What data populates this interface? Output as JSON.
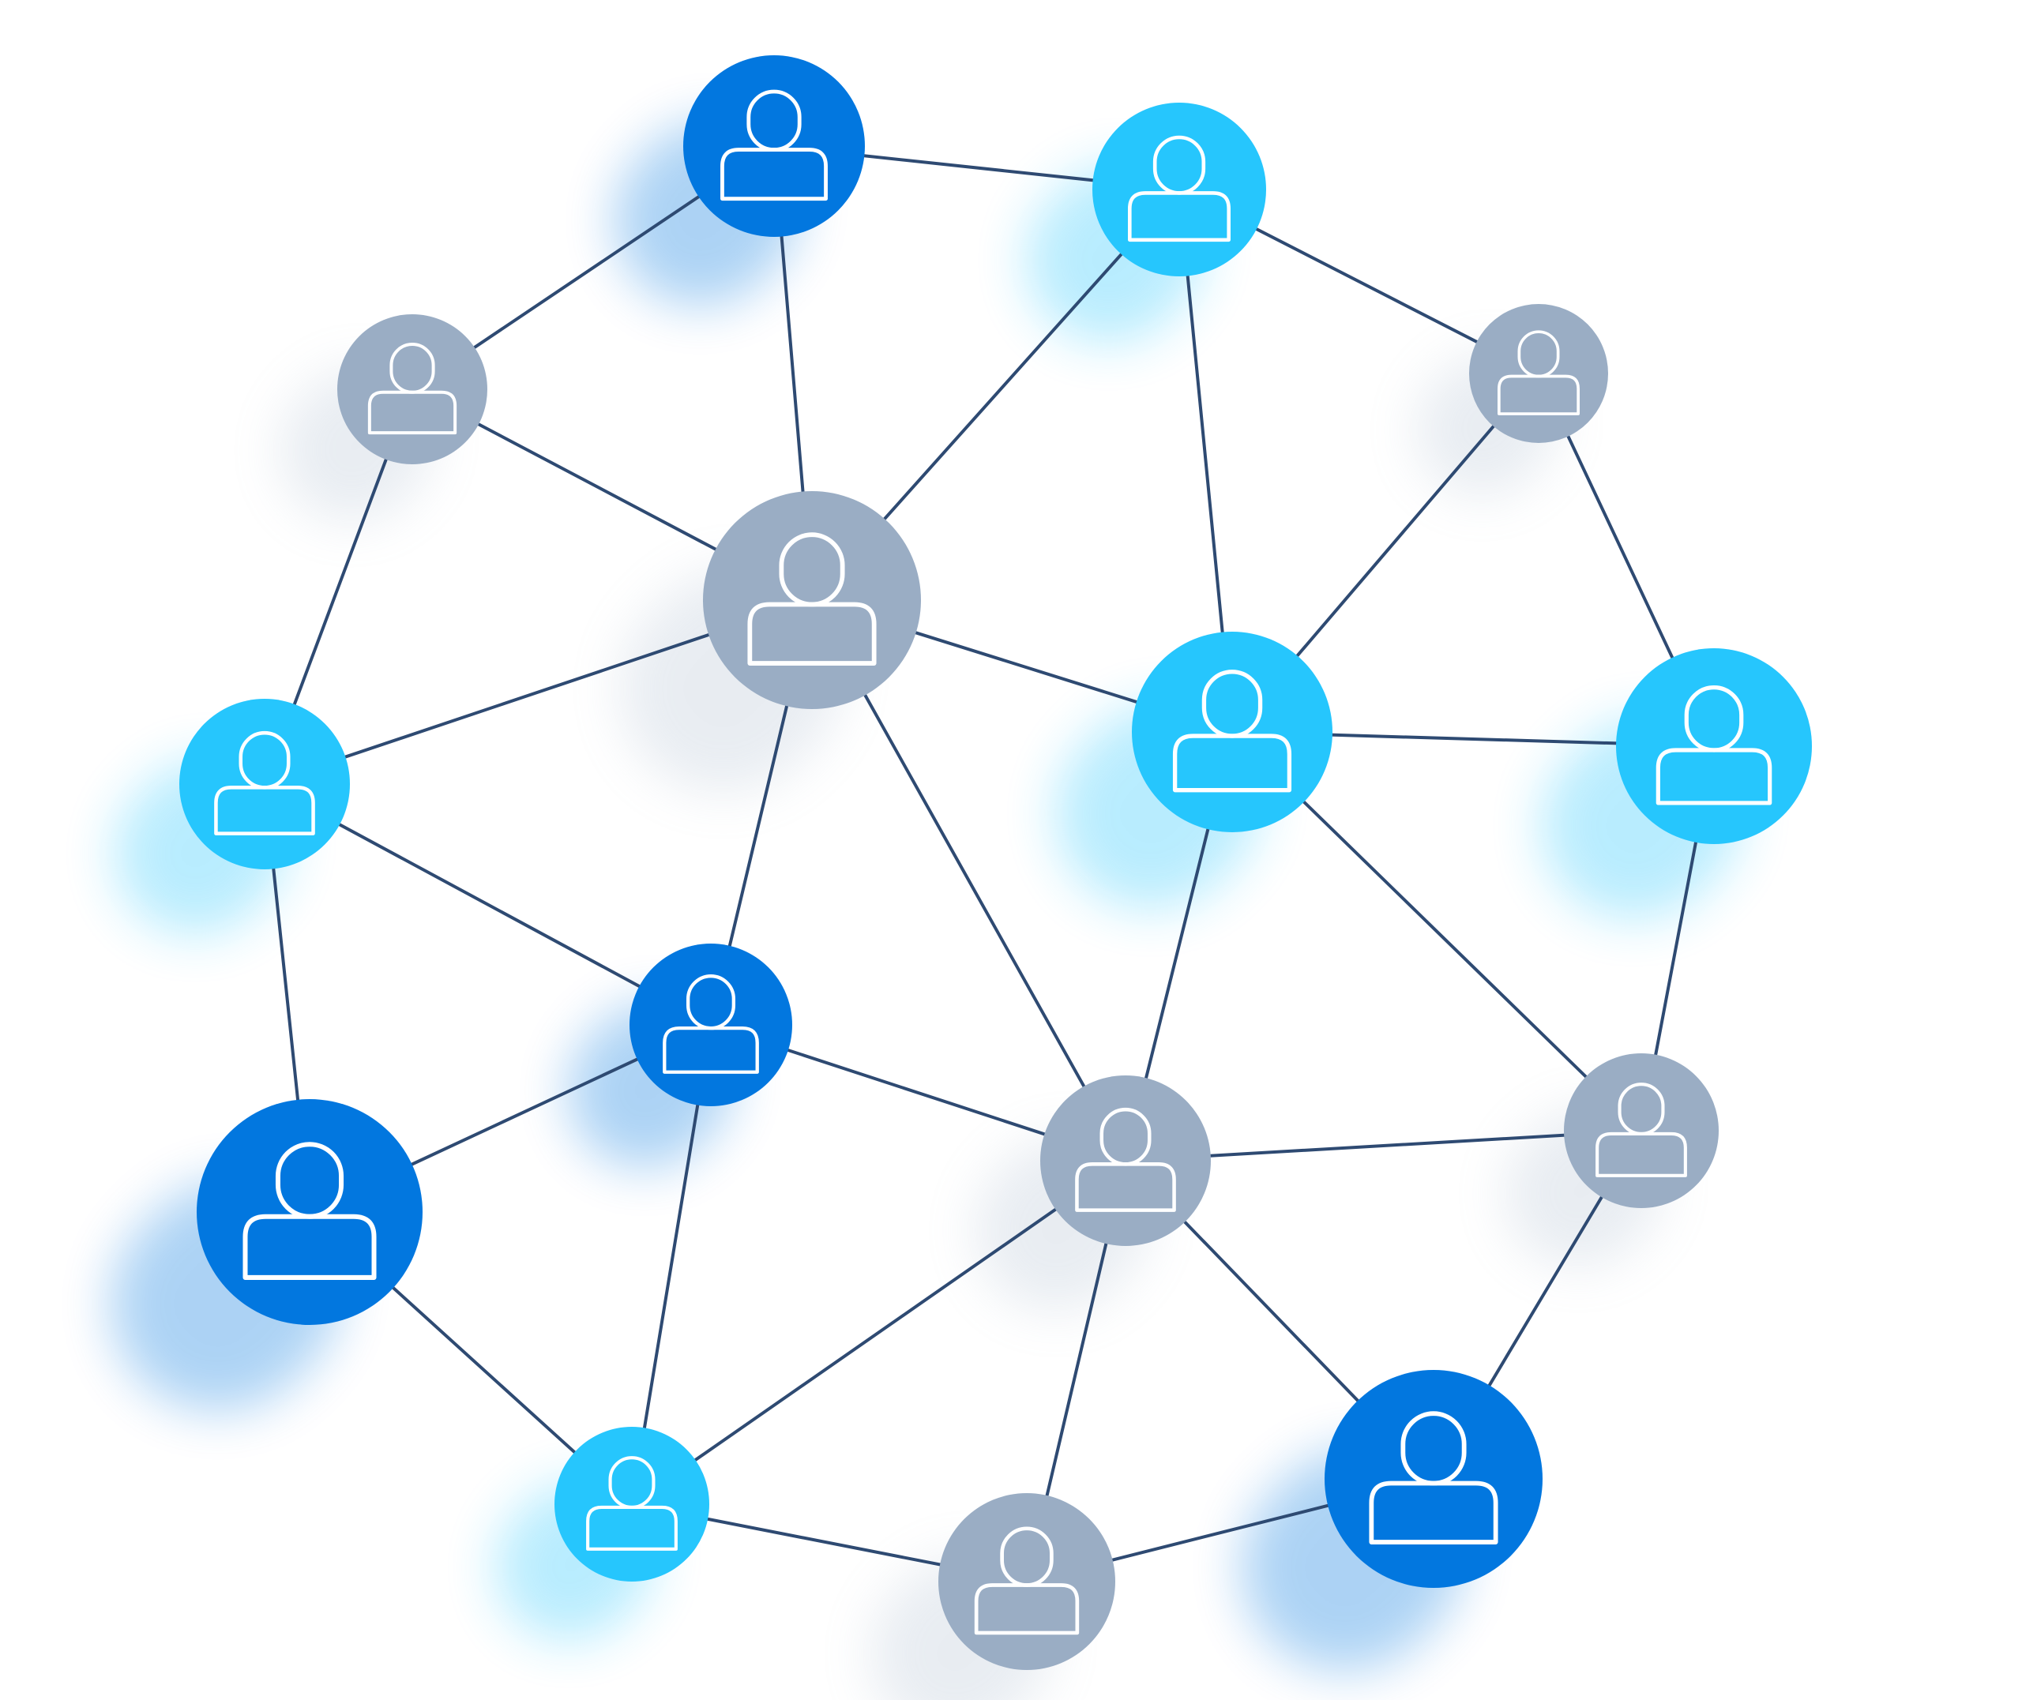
{
  "diagram": {
    "type": "network",
    "colors": {
      "background": "#ffffff",
      "edge": "#2e4a72",
      "icon_stroke": "#ffffff",
      "dark_blue": "#0277df",
      "light_blue": "#26c6fd",
      "gray": "#9aadc4"
    },
    "node_icon": "user-icon",
    "nodes": [
      {
        "id": "n1",
        "color": "dark_blue"
      },
      {
        "id": "n2",
        "color": "light_blue"
      },
      {
        "id": "n3",
        "color": "gray"
      },
      {
        "id": "n4",
        "color": "gray"
      },
      {
        "id": "n5",
        "color": "gray"
      },
      {
        "id": "n6",
        "color": "light_blue"
      },
      {
        "id": "n7",
        "color": "light_blue"
      },
      {
        "id": "n8",
        "color": "light_blue"
      },
      {
        "id": "n9",
        "color": "dark_blue"
      },
      {
        "id": "n10",
        "color": "dark_blue"
      },
      {
        "id": "n11",
        "color": "gray"
      },
      {
        "id": "n12",
        "color": "gray"
      },
      {
        "id": "n13",
        "color": "light_blue"
      },
      {
        "id": "n14",
        "color": "gray"
      },
      {
        "id": "n15",
        "color": "dark_blue"
      }
    ],
    "edges": [
      [
        "n1",
        "n2"
      ],
      [
        "n1",
        "n3"
      ],
      [
        "n1",
        "n5"
      ],
      [
        "n2",
        "n4"
      ],
      [
        "n2",
        "n5"
      ],
      [
        "n2",
        "n7"
      ],
      [
        "n3",
        "n5"
      ],
      [
        "n3",
        "n6"
      ],
      [
        "n4",
        "n7"
      ],
      [
        "n4",
        "n8"
      ],
      [
        "n5",
        "n6"
      ],
      [
        "n5",
        "n7"
      ],
      [
        "n5",
        "n9"
      ],
      [
        "n5",
        "n11"
      ],
      [
        "n6",
        "n9"
      ],
      [
        "n6",
        "n10"
      ],
      [
        "n7",
        "n8"
      ],
      [
        "n7",
        "n11"
      ],
      [
        "n7",
        "n12"
      ],
      [
        "n8",
        "n12"
      ],
      [
        "n9",
        "n10"
      ],
      [
        "n9",
        "n11"
      ],
      [
        "n9",
        "n13"
      ],
      [
        "n10",
        "n13"
      ],
      [
        "n11",
        "n12"
      ],
      [
        "n11",
        "n13"
      ],
      [
        "n11",
        "n14"
      ],
      [
        "n11",
        "n15"
      ],
      [
        "n12",
        "n15"
      ],
      [
        "n13",
        "n14"
      ],
      [
        "n14",
        "n15"
      ]
    ]
  }
}
